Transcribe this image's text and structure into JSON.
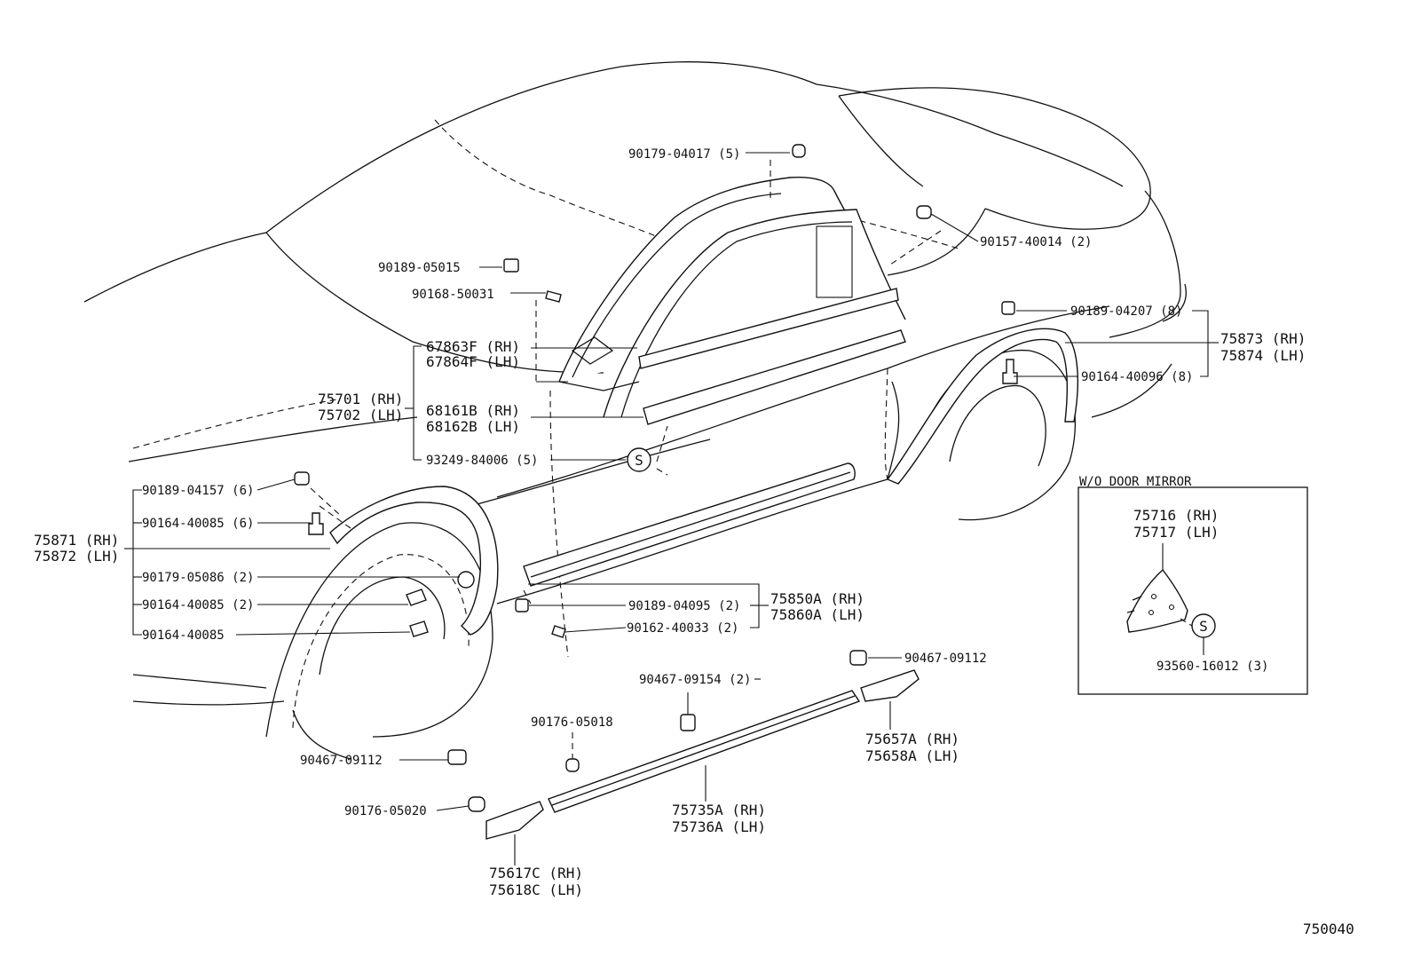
{
  "diagram": {
    "drawing_number": "750040",
    "inset_title": "W/O DOOR MIRROR",
    "s_symbol": "S",
    "labels": {
      "p90179_04017": "90179-04017 (5)",
      "p90189_05015": "90189-05015",
      "p90168_50031": "90168-50031",
      "p90157_40014": "90157-40014 (2)",
      "p67863f": "67863F (RH)",
      "p67864f": "67864F (LH)",
      "p75701": "75701 (RH)",
      "p75702": "75702 (LH)",
      "p68161b": "68161B (RH)",
      "p68162b": "68162B (LH)",
      "p93249": "93249-84006 (5)",
      "p90189_04207": "90189-04207 (8)",
      "p90164_40096": "90164-40096 (8)",
      "p75873": "75873 (RH)",
      "p75874": "75874 (LH)",
      "p90189_04157": "90189-04157 (6)",
      "p90164_40085a": "90164-40085 (6)",
      "p75871": "75871 (RH)",
      "p75872": "75872 (LH)",
      "p90179_05086": "90179-05086 (2)",
      "p90164_40085b": "90164-40085 (2)",
      "p90164_40085c": "90164-40085",
      "p90189_04095": "90189-04095 (2)",
      "p90162_40033": "90162-40033 (2)",
      "p75850a": "75850A (RH)",
      "p75860a": "75860A (LH)",
      "p90467_09112a": "90467-09112",
      "p90467_09154": "90467-09154 (2)",
      "p90176_05018": "90176-05018",
      "p90467_09112b": "90467-09112",
      "p90176_05020": "90176-05020",
      "p75657a": "75657A (RH)",
      "p75658a": "75658A (LH)",
      "p75735a": "75735A (RH)",
      "p75736a": "75736A (LH)",
      "p75617c": "75617C (RH)",
      "p75618c": "75618C (LH)",
      "p75716": "75716 (RH)",
      "p75717": "75717 (LH)",
      "p93560": "93560-16012 (3)"
    }
  }
}
